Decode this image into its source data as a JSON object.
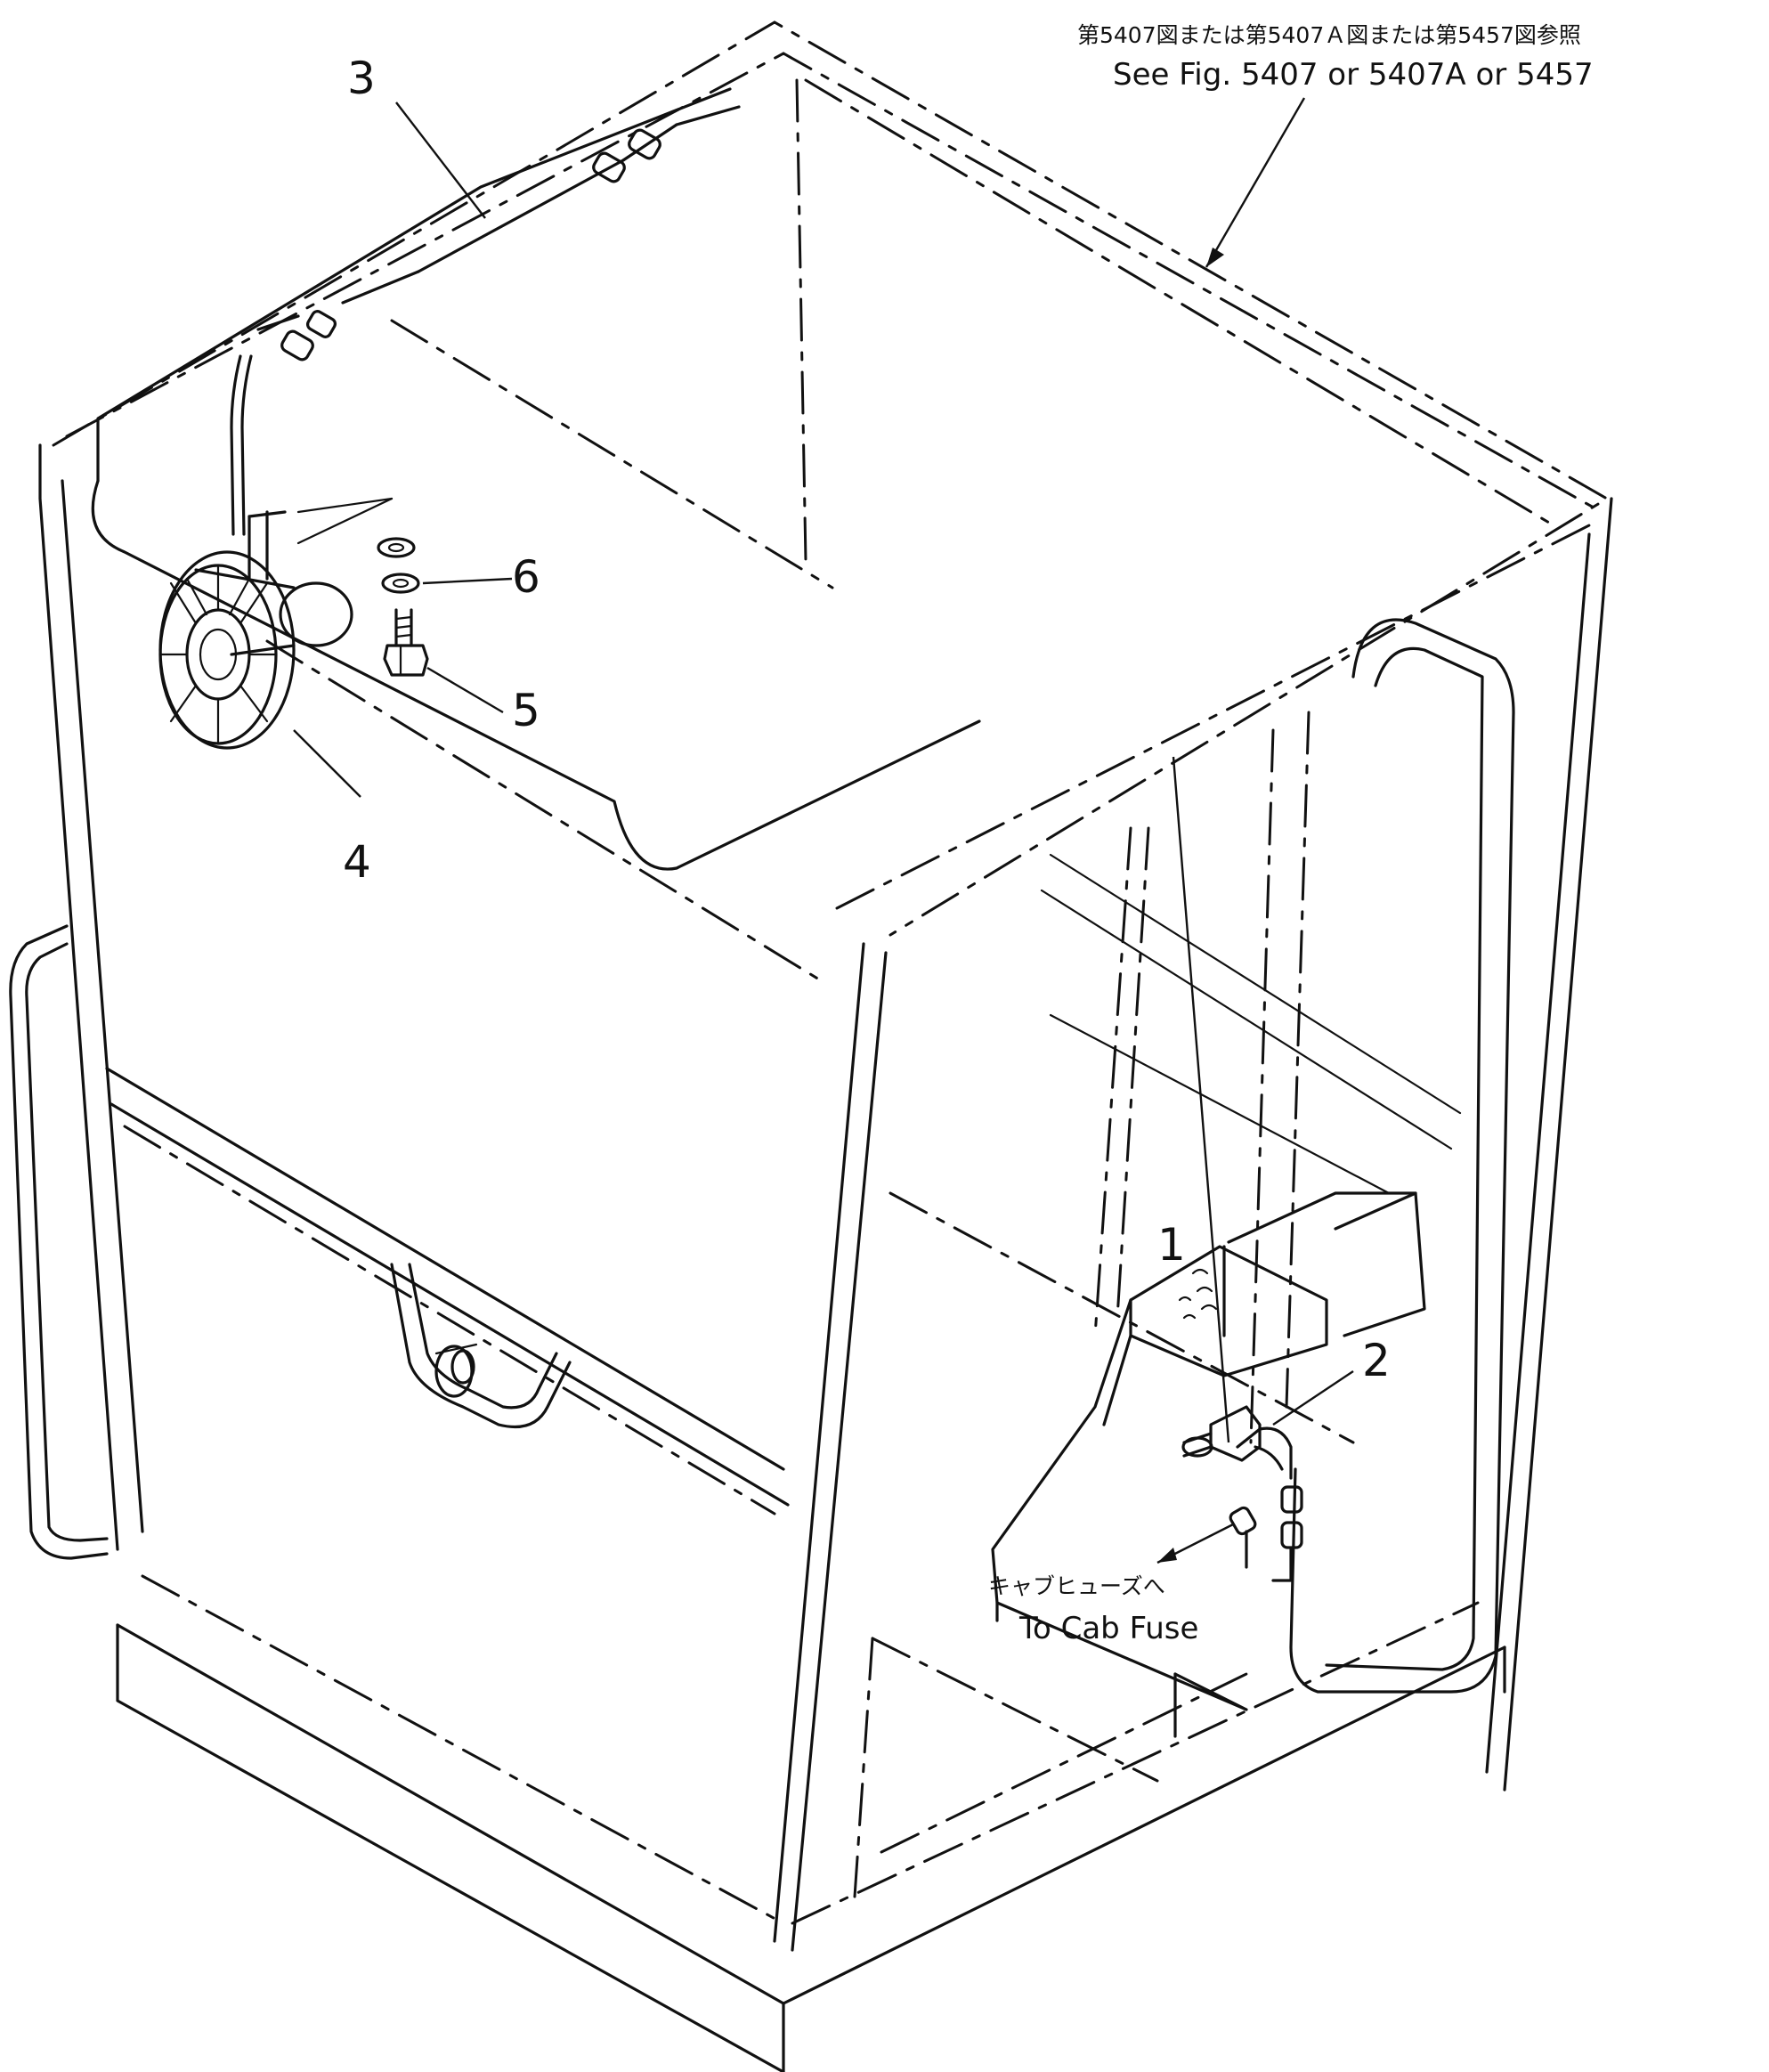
{
  "callouts": {
    "c1": "1",
    "c2": "2",
    "c3": "3",
    "c4": "4",
    "c5": "5",
    "c6": "6"
  },
  "reference": {
    "jp": "第5407図または第5407Ａ図または第5457図参照",
    "en": "See Fig. 5407 or 5407A or 5457"
  },
  "fuse_note": {
    "jp": "キャブヒューズへ",
    "en": "To Cab Fuse"
  }
}
